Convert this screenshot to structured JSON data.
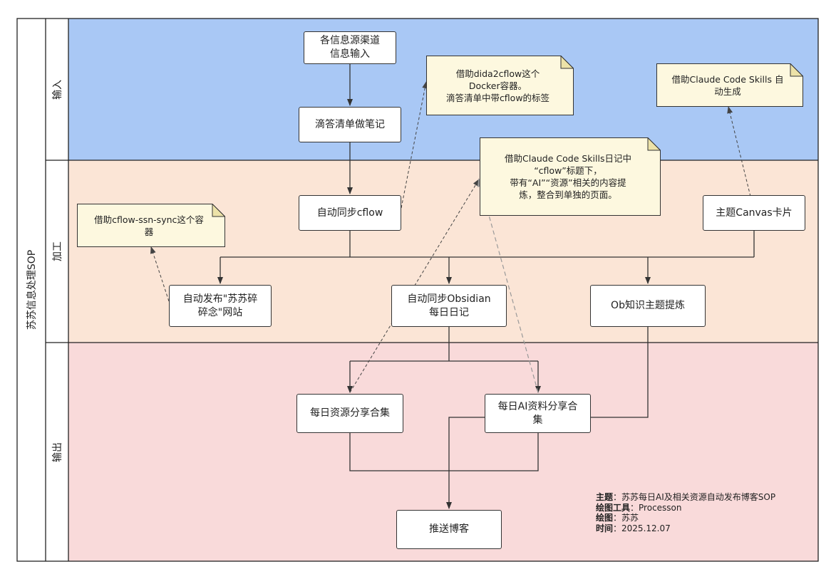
{
  "pool": {
    "title": "苏苏信息处理SOP"
  },
  "lanes": [
    {
      "id": "input",
      "label": "输入",
      "color": "#a9c8f5"
    },
    {
      "id": "process",
      "label": "加工",
      "color": "#fbe5d6"
    },
    {
      "id": "output",
      "label": "输出",
      "color": "#f9dada"
    }
  ],
  "nodes": {
    "sources": "各信息源渠道\n信息输入",
    "dida": "滴答清单做笔记",
    "cflow": "自动同步cflow",
    "publish": "自动发布\"苏苏碎\n碎念\"网站",
    "obsidian": "自动同步Obsidian\n每日日记",
    "obtopic": "Ob知识主题提炼",
    "canvas": "主题Canvas卡片",
    "share_res": "每日资源分享合集",
    "share_ai": "每日AI资料分享合\n集",
    "push": "推送博客"
  },
  "notes": {
    "note_dida2cflow": "借助dida2cflow这个\nDocker容器。\n滴答清单中带cflow的标签",
    "note_claude_auto": "借助Claude Code Skills 自\n动生成",
    "note_claude_diary": "借助Claude Code Skills日记中\n“cflow”标题下，\n带有“AI”“资源”相关的内容提\n炼，整合到单独的页面。",
    "note_ssn_sync": "借助cflow-ssn-sync这个容\n器"
  },
  "legend": {
    "topic_key": "主题",
    "topic_value": "苏苏每日AI及相关资源自动发布博客SOP",
    "tool_key": "绘图工具",
    "tool_value": "Processon",
    "author_key": "绘图",
    "author_value": "苏苏",
    "time_key": "时间",
    "time_value": "2025.12.07"
  },
  "colors": {
    "line": "#333333",
    "dashed": "#666666",
    "note_fill": "#fdf8df",
    "note_fold": "#ece2a8",
    "border": "#222222"
  }
}
